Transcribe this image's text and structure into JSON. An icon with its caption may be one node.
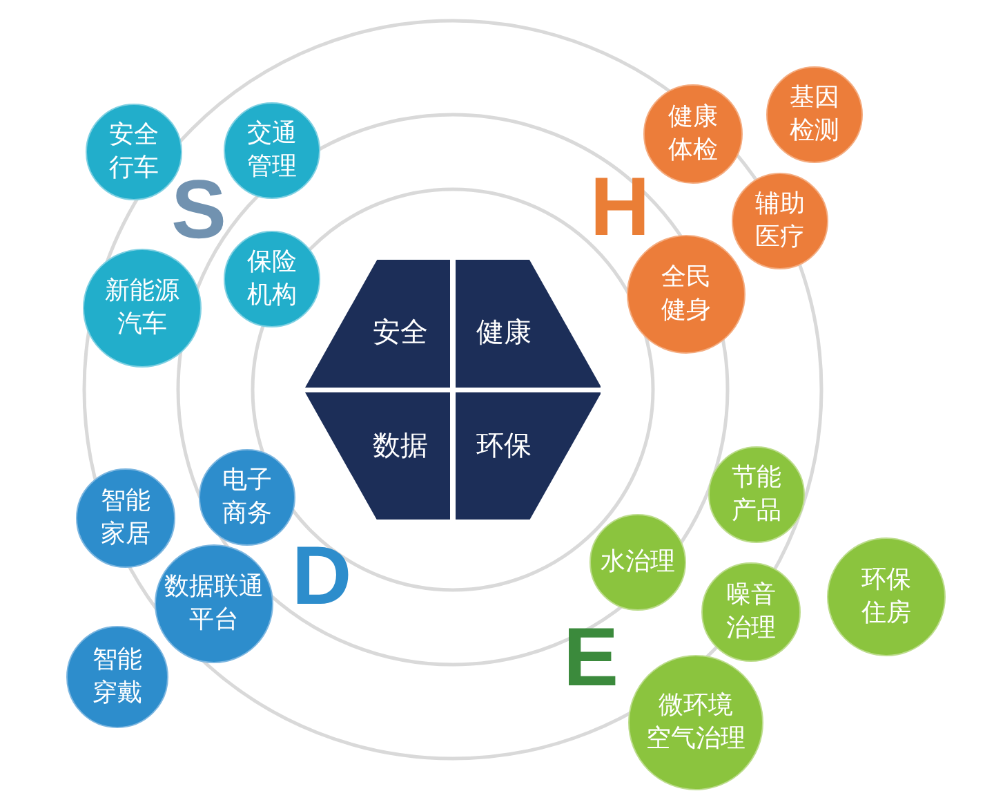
{
  "diagram": {
    "nodes": [
      {
        "text": [
          "安全行车"
        ]
      },
      {
        "text": [
          "交通管理"
        ]
      },
      {
        "text": [
          "新能源汽车"
        ]
      },
      {
        "text": [
          "保险机构"
        ]
      },
      {
        "text": [
          "健康体检"
        ]
      },
      {
        "text": [
          "基因检测"
        ]
      },
      {
        "text": [
          "辅助医疗"
        ]
      },
      {
        "text": [
          "全民健身"
        ]
      },
      {
        "text": [
          "安全"
        ]
      },
      {
        "text": [
          "健康"
        ]
      },
      {
        "text": [
          "数据"
        ]
      },
      {
        "text": [
          "环保"
        ]
      },
      {
        "text": [
          "智能家居"
        ]
      },
      {
        "text": [
          "电子商务"
        ]
      },
      {
        "text": [
          "数据联通平台"
        ]
      },
      {
        "text": [
          "智能穿戴"
        ]
      },
      {
        "text": [
          "节能产品"
        ]
      },
      {
        "text": [
          "水治理"
        ]
      },
      {
        "text": [
          "噪音治理"
        ]
      },
      {
        "text": [
          "环保住房"
        ]
      },
      {
        "text": [
          "微环境空气治理"
        ]
      }
    ],
    "labels": [
      "S",
      "H",
      "D",
      "E"
    ]
  }
}
